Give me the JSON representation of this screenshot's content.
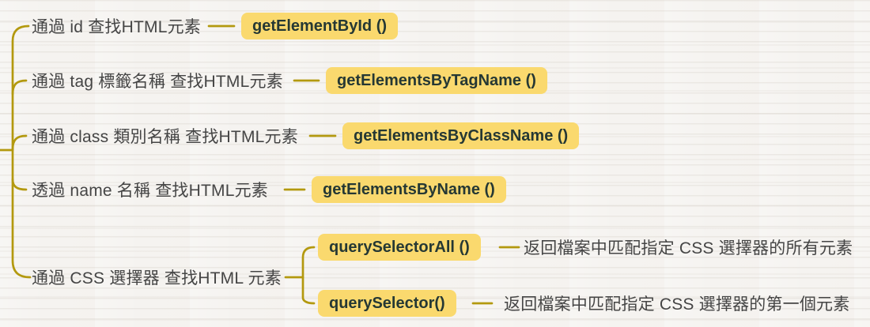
{
  "colors": {
    "connector": "#b3990f",
    "chip_bg": "#fad96e",
    "label_color": "#454545",
    "method_color": "#253834",
    "page_bg": "#f5f3f0"
  },
  "mindmap": {
    "branches": [
      {
        "label": "通過 id 查找HTML元素",
        "method": "getElementById ()"
      },
      {
        "label": "通過 tag 標籤名稱 查找HTML元素",
        "method": "getElementsByTagName ()"
      },
      {
        "label": "通過 class 類別名稱 查找HTML元素",
        "method": "getElementsByClassName ()"
      },
      {
        "label": "透過 name 名稱 查找HTML元素",
        "method": "getElementsByName ()"
      },
      {
        "label": "通過 CSS 選擇器 查找HTML 元素",
        "children": [
          {
            "method": "querySelectorAll ()",
            "description": "返回檔案中匹配指定 CSS 選擇器的所有元素"
          },
          {
            "method": "querySelector()",
            "description": "返回檔案中匹配指定 CSS 選擇器的第一個元素"
          }
        ]
      }
    ]
  }
}
